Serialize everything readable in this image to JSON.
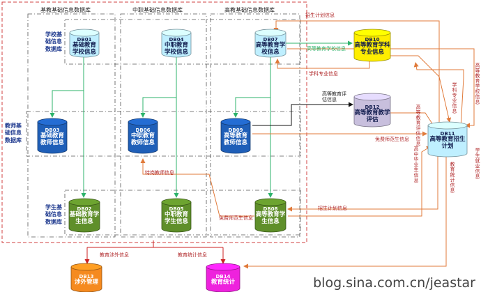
{
  "columns": [
    {
      "label": "基教基础信息数据库"
    },
    {
      "label": "中职基础信息数据库"
    },
    {
      "label": "高教基础信息数据库"
    }
  ],
  "row_labels": {
    "school": "学校基础信息数据库",
    "teacher": "教师基础信息数据库",
    "student": "学生基础信息数据库"
  },
  "databases": {
    "db01": {
      "id": "DB01",
      "name": "基础教育学校信息",
      "color": "#bfefff"
    },
    "db04": {
      "id": "DB04",
      "name": "中职教育学校信息",
      "color": "#bfefff"
    },
    "db07": {
      "id": "DB07",
      "name": "高等教育学校信息",
      "color": "#bfefff"
    },
    "db03": {
      "id": "DB03",
      "name": "基础教育教师信息",
      "color": "#1f5fb8"
    },
    "db06": {
      "id": "DB06",
      "name": "中职教育教师信息",
      "color": "#1f5fb8"
    },
    "db09": {
      "id": "DB09",
      "name": "高等教育教师信息",
      "color": "#1f5fb8"
    },
    "db02": {
      "id": "DB02",
      "name": "基础教育学生信息",
      "color": "#5f8f2a"
    },
    "db05": {
      "id": "DB05",
      "name": "中职教育学生信息",
      "color": "#5f8f2a"
    },
    "db08": {
      "id": "DB08",
      "name": "高等教育学生信息",
      "color": "#5f8f2a"
    },
    "db10": {
      "id": "DB10",
      "name": "高等教育学科专业信息",
      "color": "#ffee00"
    },
    "db11": {
      "id": "DB11",
      "name": "高等教育招生计划",
      "color": "#bfefff"
    },
    "db12": {
      "id": "DB12",
      "name": "高等教育教学评估",
      "color": "#c8bfdd"
    },
    "db13": {
      "id": "DB13",
      "name": "涉外管理",
      "color": "#f58a1f"
    },
    "db14": {
      "id": "DB14",
      "name": "教育统计",
      "color": "#ee22dd"
    }
  },
  "edge_labels": {
    "zhaosheng_jihua_top": "招生计划信息",
    "gaodeng_xuexiao": "高等教育学校信息",
    "xueke_zhuanye_1": "学科专业信息",
    "xueke_zhuanye_2": "学科专业信息",
    "gaodeng_xuexiao_vert": "高等教育学校信息",
    "pinggu": "高等教育评估信息",
    "pinggu_vert": "高等教育评估信息",
    "mianfei_1": "免费师范生信息",
    "mianfei_2": "免费师范生信息",
    "tegang": "特岗教师信息",
    "gaozhong_biye": "高中毕业生信息",
    "xuesheng_jiuye": "学生就业信息",
    "jiaoyu_tongji_vert": "教育统计信息",
    "zhaosheng_jihua_bottom": "招生计划信息",
    "shewai": "教育涉外信息",
    "tongji_bottom": "教育统计信息"
  },
  "watermark": "blog.sina.com.cn/jeastar"
}
